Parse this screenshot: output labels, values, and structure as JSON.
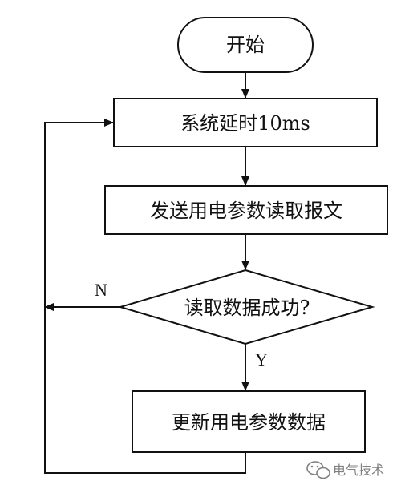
{
  "flowchart": {
    "nodes": {
      "start": "开始",
      "delay": "系统延时10ms",
      "send": "发送用电参数读取报文",
      "decision": "读取数据成功?",
      "update": "更新用电参数数据"
    },
    "edge_labels": {
      "no": "N",
      "yes": "Y"
    }
  },
  "watermark": {
    "text": "电气技术",
    "icon": "wechat-icon"
  },
  "colors": {
    "stroke": "#111111",
    "background": "#ffffff"
  }
}
